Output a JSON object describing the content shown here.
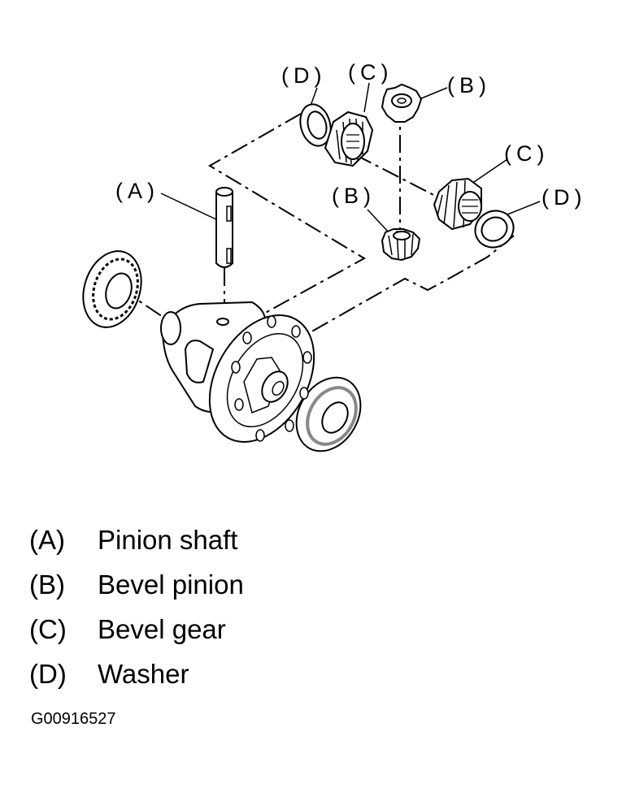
{
  "callouts": {
    "a": "(A)",
    "b_top": "(B)",
    "b_mid": "(B)",
    "c_top": "(C)",
    "c_right": "(C)",
    "d_top": "(D)",
    "d_right": "(D)"
  },
  "legend": [
    {
      "key": "(A)",
      "label": "Pinion shaft"
    },
    {
      "key": "(B)",
      "label": "Bevel pinion"
    },
    {
      "key": "(C)",
      "label": "Bevel gear"
    },
    {
      "key": "(D)",
      "label": "Washer"
    }
  ],
  "figure_code": "G00916527"
}
